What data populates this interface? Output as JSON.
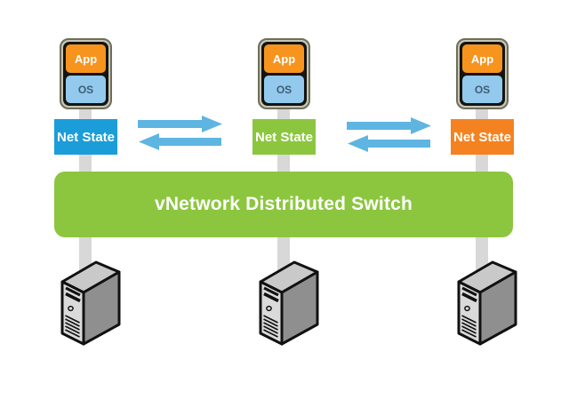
{
  "switch_label": "vNetwork Distributed Switch",
  "hosts": [
    {
      "app_label": "App",
      "os_label": "OS",
      "net_state_label": "Net State",
      "net_state_color": "#1b9dd9"
    },
    {
      "app_label": "App",
      "os_label": "OS",
      "net_state_label": "Net State",
      "net_state_color": "#8cc63f"
    },
    {
      "app_label": "App",
      "os_label": "OS",
      "net_state_label": "Net State",
      "net_state_color": "#f58220"
    }
  ],
  "links": [
    {
      "between": [
        "host-1",
        "host-2"
      ],
      "arrows": [
        "right",
        "left"
      ]
    },
    {
      "between": [
        "host-2",
        "host-3"
      ],
      "arrows": [
        "right",
        "left"
      ]
    }
  ],
  "colors": {
    "switch_green": "#8cc63f",
    "netstate_blue": "#1b9dd9",
    "netstate_green": "#8cc63f",
    "netstate_orange": "#f58220",
    "app_orange": "#f7941e",
    "os_blue": "#94c9ee",
    "arrow_blue": "#5eb5e2",
    "connector_gray": "#d8d8d8"
  },
  "icons": {
    "vm": "vm-icon",
    "server": "server-icon",
    "arrow_right": "arrow-right-icon",
    "arrow_left": "arrow-left-icon"
  }
}
